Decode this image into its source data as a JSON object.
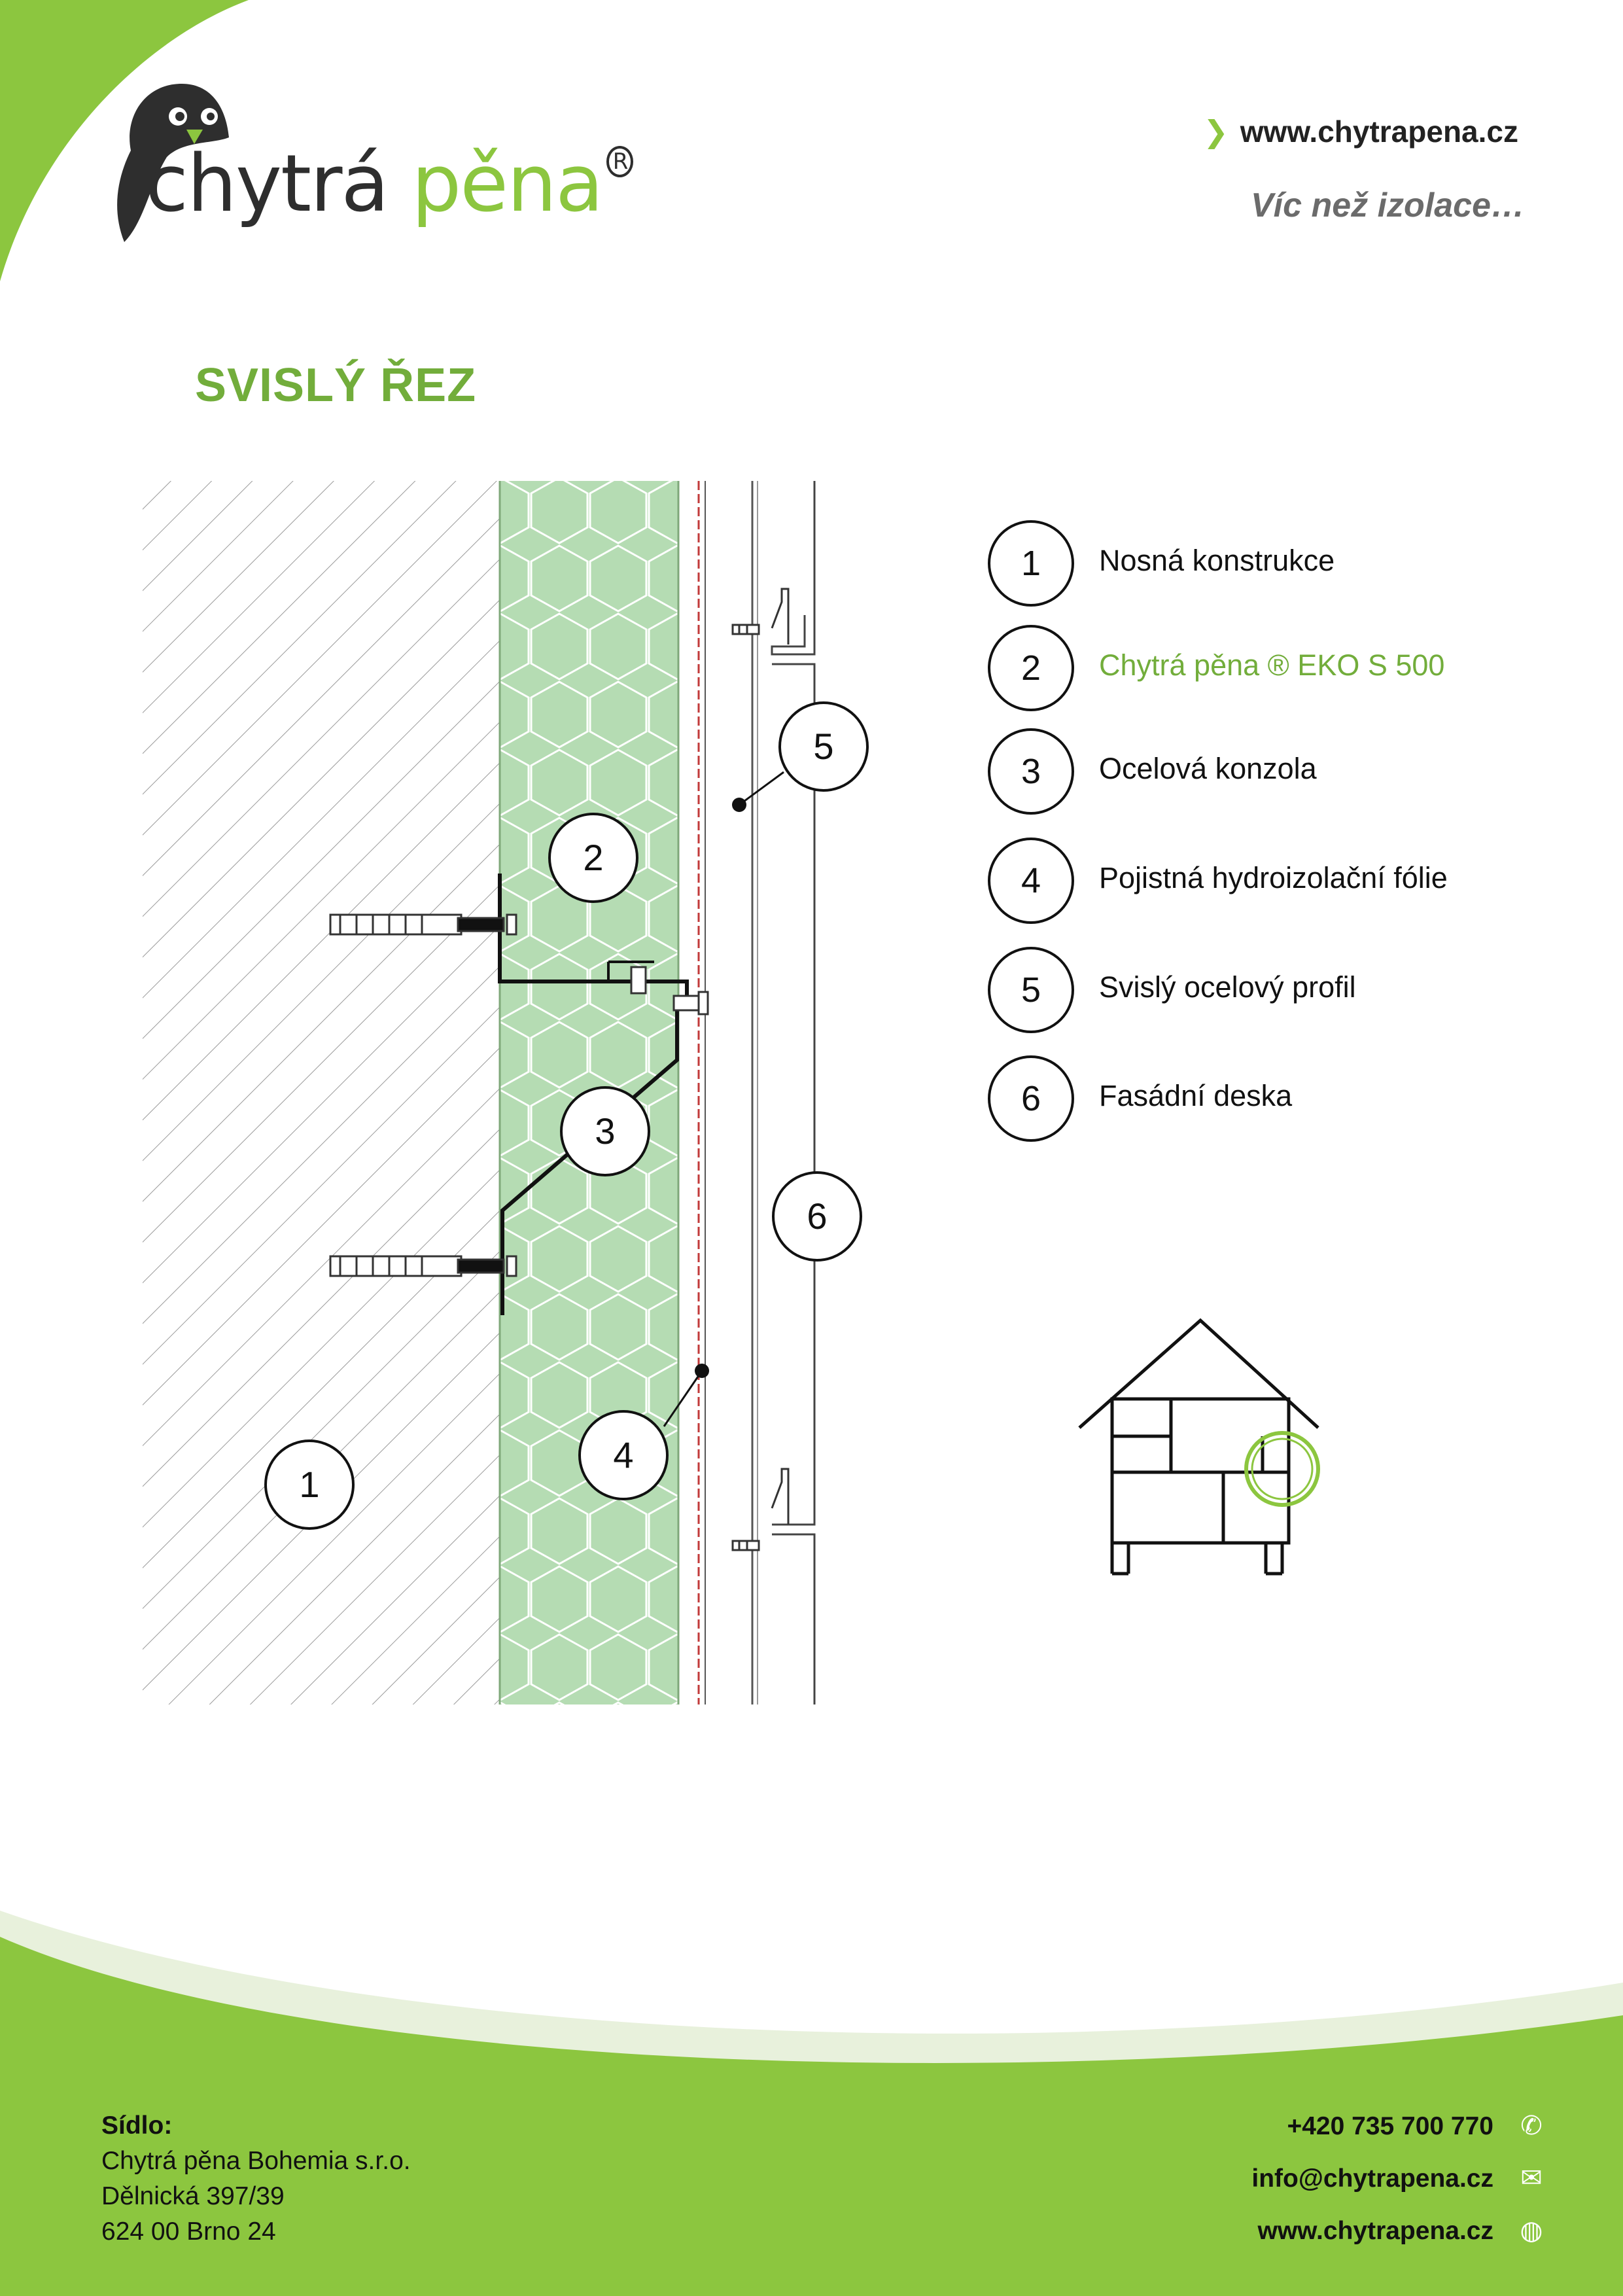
{
  "brand": {
    "logo_dark": "chytrá ",
    "logo_green": "pěna",
    "registered_mark": "R",
    "website": "www.chytrapena.cz",
    "slogan": "Víc než izolace…"
  },
  "title": "SVISLÝ ŘEZ",
  "colors": {
    "brand_green": "#8cc63f",
    "title_green": "#72ad3b",
    "insulation_fill": "#b5dcb3"
  },
  "legend": [
    {
      "num": "1",
      "label": "Nosná konstrukce"
    },
    {
      "num": "2",
      "label": "Chytrá pěna ® EKO S 500"
    },
    {
      "num": "3",
      "label": "Ocelová konzola"
    },
    {
      "num": "4",
      "label": "Pojistná hydroizolační fólie"
    },
    {
      "num": "5",
      "label": "Svislý ocelový profil"
    },
    {
      "num": "6",
      "label": "Fasádní deska"
    }
  ],
  "callouts": [
    "1",
    "2",
    "3",
    "4",
    "5",
    "6"
  ],
  "footer": {
    "seat_heading": "Sídlo:",
    "company": "Chytrá pěna Bohemia s.r.o.",
    "street": "Dělnická 397/39",
    "city": "624 00 Brno 24",
    "phone": "+420 735 700 770",
    "email": "info@chytrapena.cz",
    "web": "www.chytrapena.cz",
    "icons": [
      "phone-icon",
      "envelope-icon",
      "globe-icon"
    ]
  }
}
